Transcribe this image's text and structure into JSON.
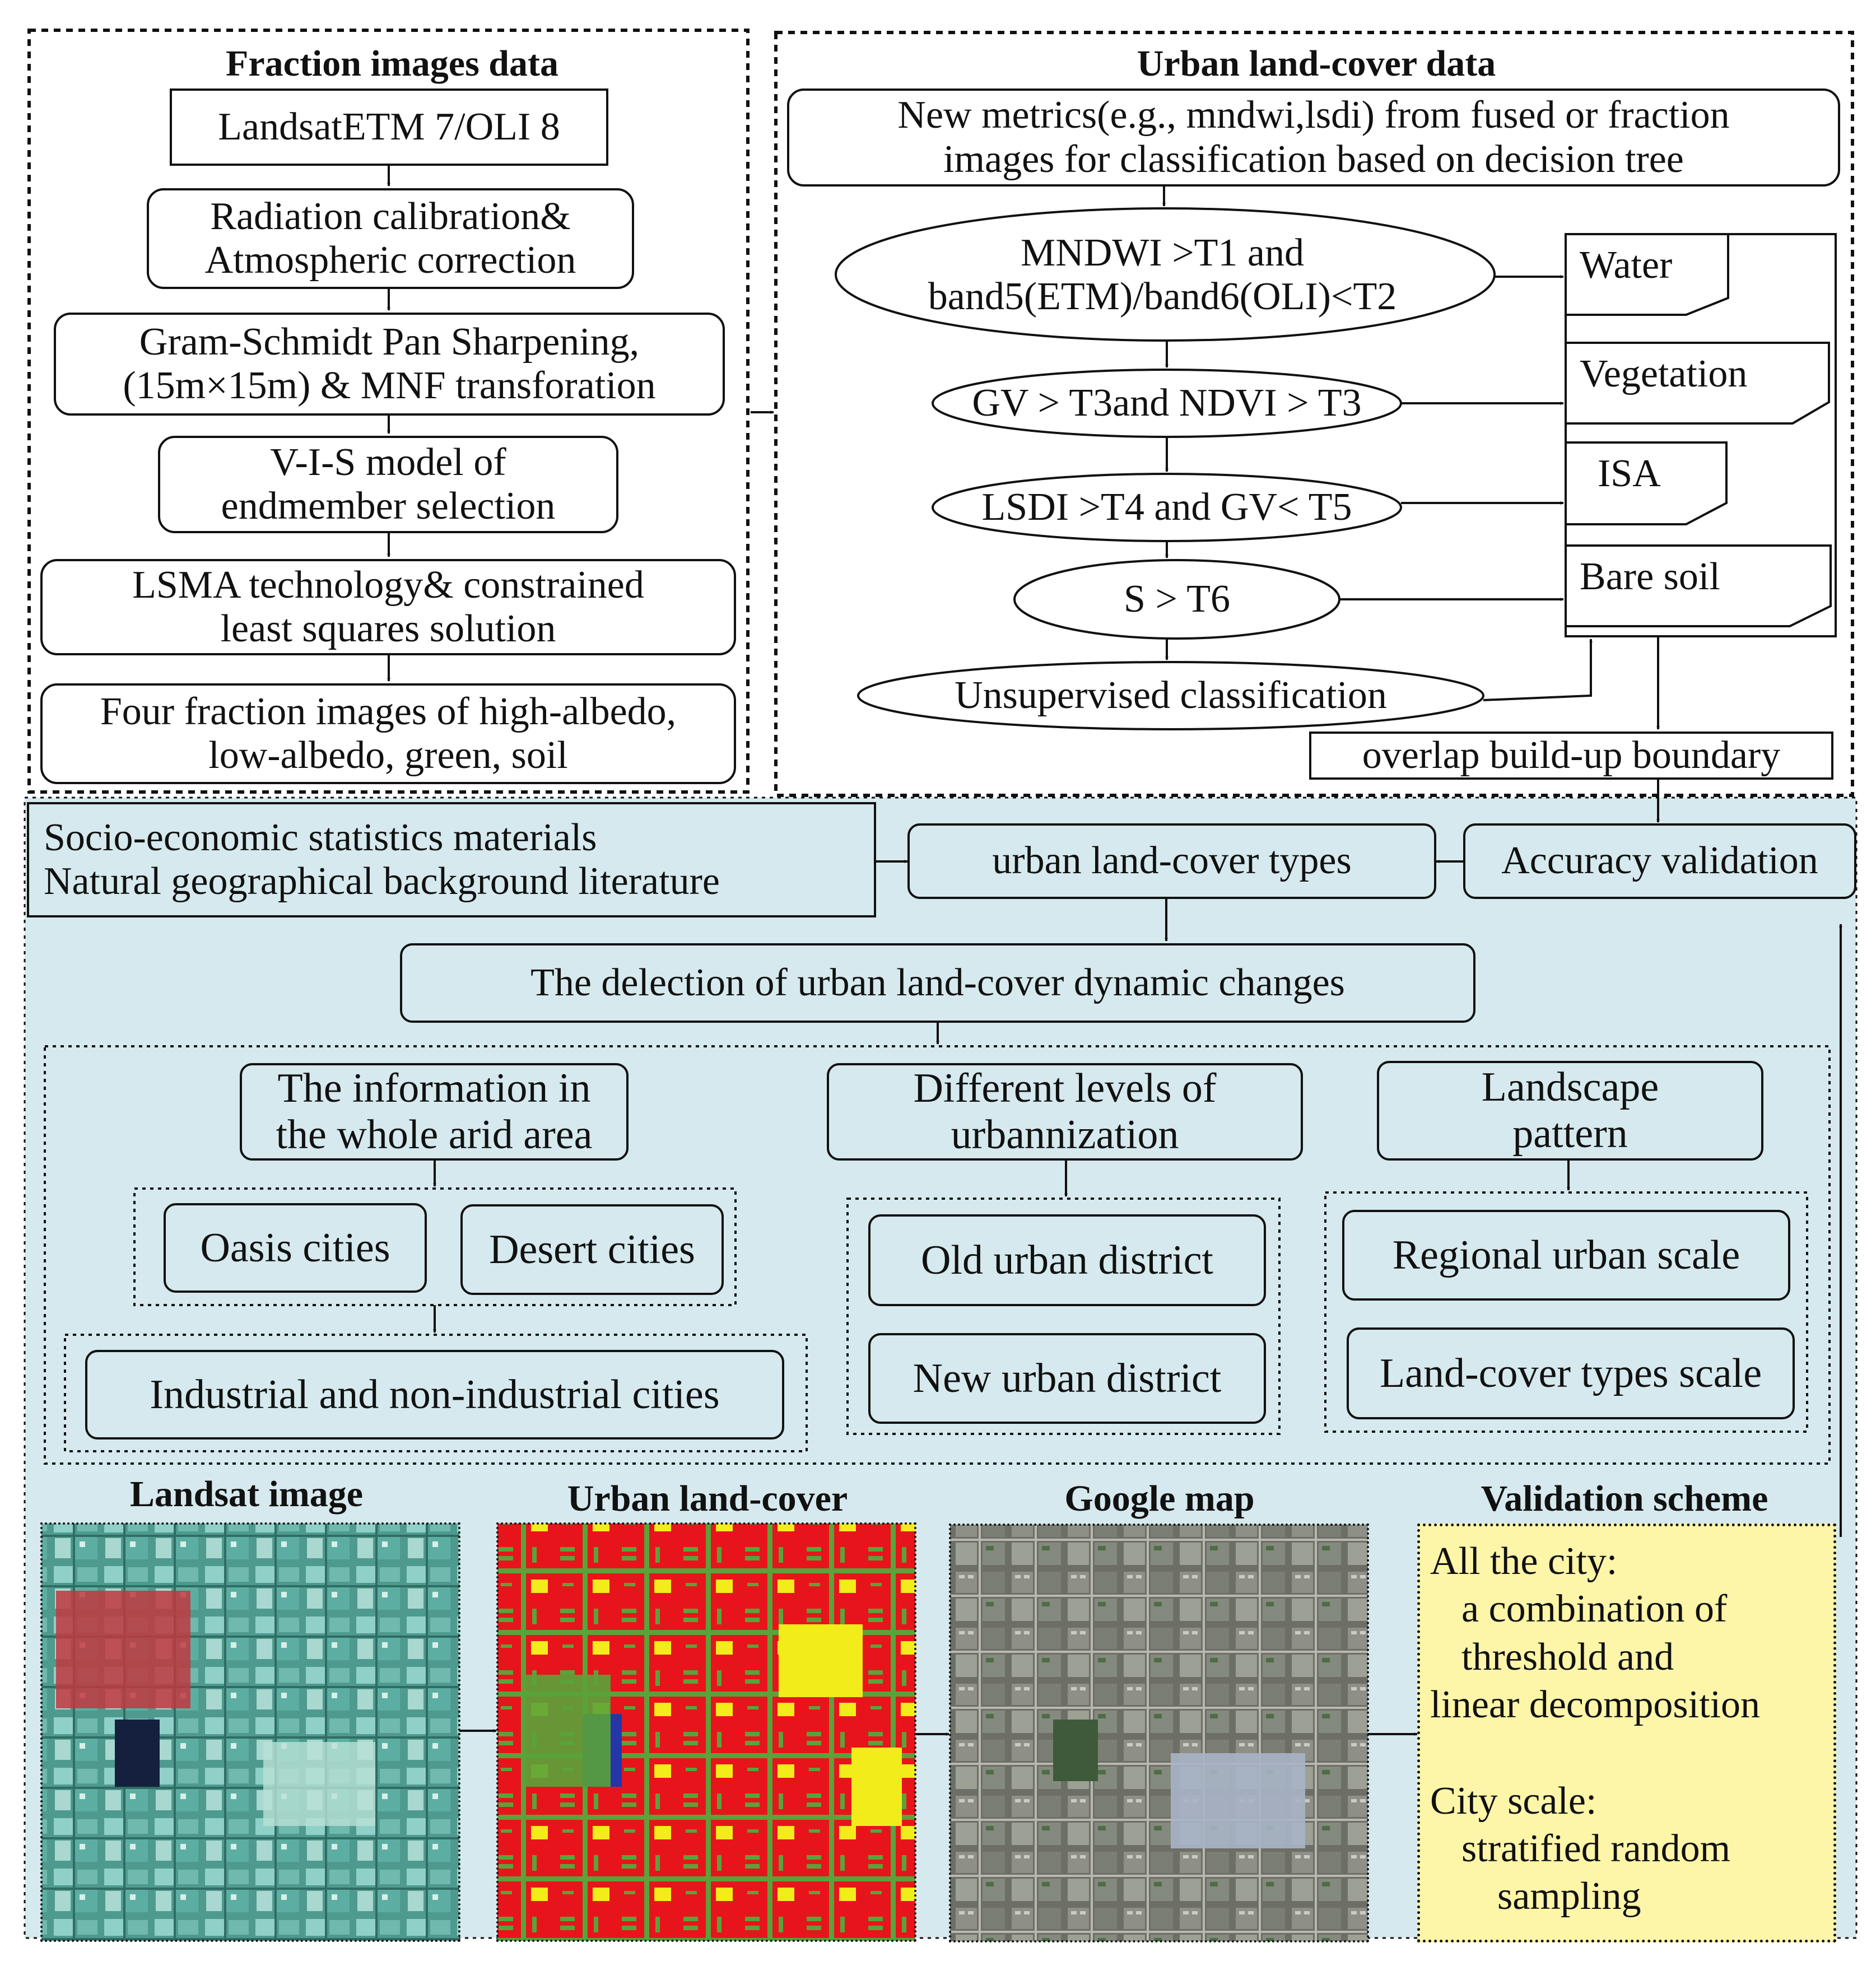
{
  "fraction_panel": {
    "title": "Fraction images data",
    "steps": [
      "LandsatETM 7/OLI 8",
      "Radiation calibration&\nAtmospheric correction",
      "Gram-Schmidt Pan Sharpening,\n(15m×15m) & MNF transforation",
      "V-I-S model of\nendmember selection",
      "LSMA technology& constrained\nleast squares solution",
      "Four fraction images of high-albedo,\nlow-albedo, green, soil"
    ]
  },
  "landcover_panel": {
    "title": "Urban land-cover  data",
    "metrics_box": "New metrics(e.g., mndwi,lsdi) from fused or fraction\nimages for classification based on decision tree",
    "rules": [
      "MNDWI >T1 and\nband5(ETM)/band6(OLI)<T2",
      "GV > T3and NDVI > T3",
      "LSDI >T4 and GV< T5",
      "S > T6",
      "Unsupervised classification"
    ],
    "classes": [
      "Water",
      "Vegetation",
      "ISA",
      "Bare soil"
    ],
    "overlap_box": "overlap build-up boundary"
  },
  "analysis": {
    "socio_box": "Socio-economic statistics materials\nNatural geographical background literature",
    "types_box": "urban land-cover types",
    "accuracy_box": "Accuracy validation",
    "detection_box": "The delection of urban land-cover dynamic changes",
    "groups": {
      "info_head": "The information in\nthe whole arid area",
      "oasis": "Oasis cities",
      "desert": "Desert cities",
      "industrial": "Industrial and non-industrial cities",
      "levels_head": "Different levels of\nurbannization",
      "old": "Old urban district",
      "new": "New urban district",
      "landscape_head": "Landscape\npattern",
      "regional": "Regional urban scale",
      "landcover_scale": "Land-cover types scale"
    }
  },
  "bottom": {
    "titles": [
      "Landsat image",
      "Urban land-cover",
      "Google map",
      "Validation scheme"
    ],
    "validation": {
      "l1": "All the city:",
      "l2": "a combination of",
      "l3": "threshold and",
      "l4": "linear decomposition",
      "l5": "City scale:",
      "l6": "stratified random",
      "l7": "sampling"
    }
  },
  "colors": {
    "panel_blue": "#d5e9ee",
    "validation_yellow": "#fdf5a8",
    "landcover_red": "#e8141b",
    "landcover_green": "#5aa33a",
    "landcover_yellow": "#f2ec1b",
    "landcover_blue": "#2536a8"
  },
  "icons": [
    "arrow-icon"
  ]
}
